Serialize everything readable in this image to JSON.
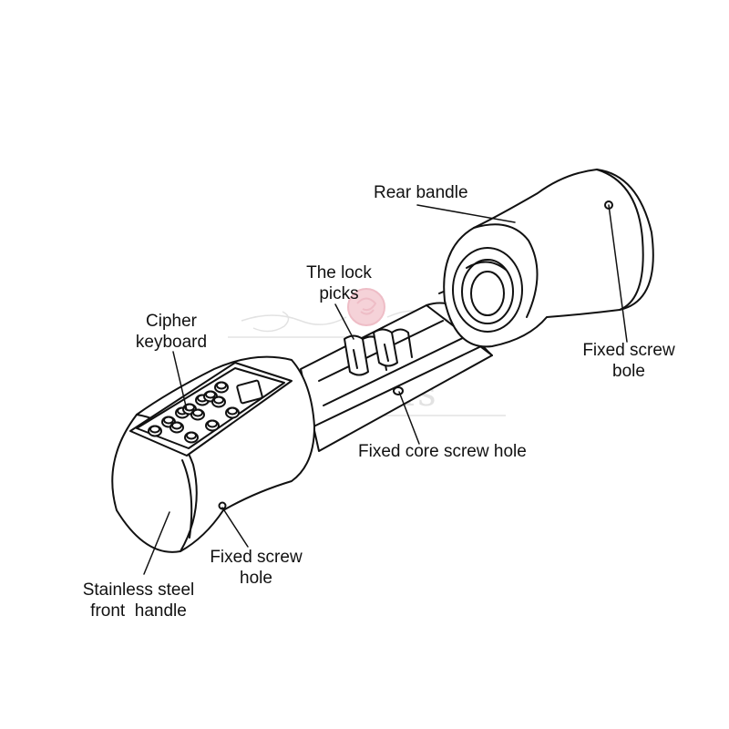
{
  "labels": {
    "rear_handle": [
      "Rear bandle"
    ],
    "lock_picks": [
      "The lock",
      "picks"
    ],
    "cipher_keyboard": [
      "Cipher",
      "keyboard"
    ],
    "fixed_screw_bole": [
      "Fixed screw",
      "bole"
    ],
    "fixed_core_screw_hole": [
      "Fixed core screw hole"
    ],
    "fixed_screw_hole": [
      "Fixed screw",
      "hole"
    ],
    "front_handle": [
      "Stainless steel",
      "front  handle"
    ]
  },
  "watermark": {
    "text": "belerls",
    "color": "#d9d9d9",
    "rose_color": "#e9a7b4"
  },
  "colors": {
    "line": "#111111",
    "background": "#ffffff"
  }
}
